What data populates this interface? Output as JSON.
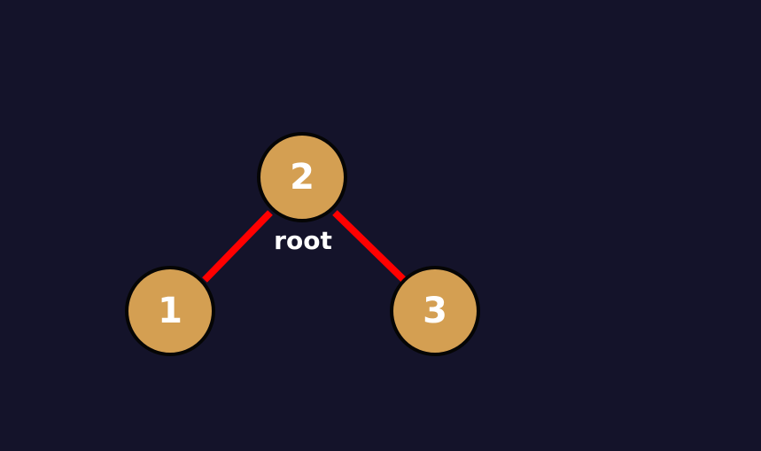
{
  "colors": {
    "background": "#14132a",
    "node_fill": "#d49f52",
    "node_stroke": "#050505",
    "edge": "#ff0000",
    "text": "#ffffff"
  },
  "tree": {
    "root_caption": "root",
    "nodes": [
      {
        "id": "n2",
        "value": "2"
      },
      {
        "id": "n1",
        "value": "1"
      },
      {
        "id": "n3",
        "value": "3"
      }
    ],
    "edges": [
      {
        "from": "n2",
        "to": "n1"
      },
      {
        "from": "n2",
        "to": "n3"
      }
    ]
  }
}
